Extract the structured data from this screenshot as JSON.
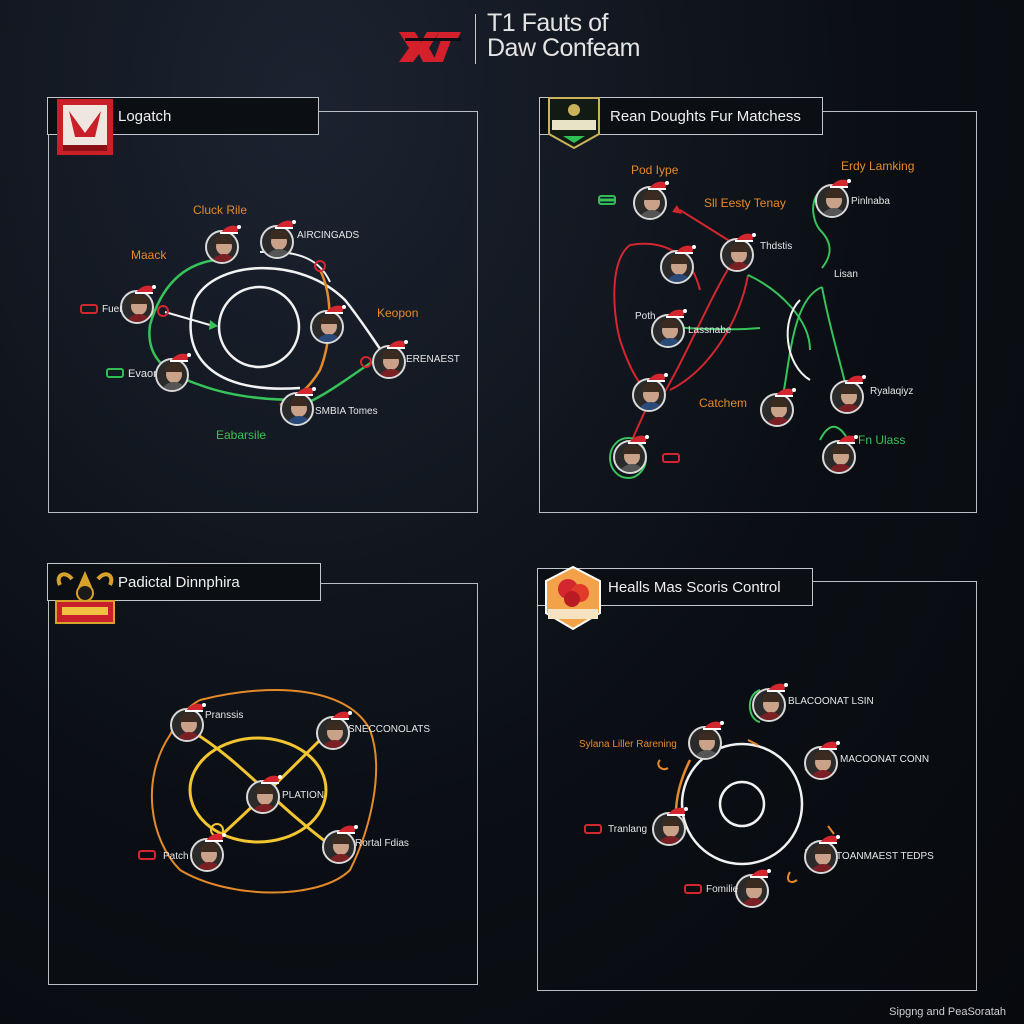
{
  "header": {
    "title_line1": "T1 Fauts of",
    "title_line2": "Daw Confeam"
  },
  "panels": [
    {
      "title": "Logatch"
    },
    {
      "title": "Rean Doughts Fur Matchess"
    },
    {
      "title": "Padictal Dinnphira"
    },
    {
      "title": "Healls Mas Scoris Control"
    }
  ],
  "labels_tl": [
    "Cluck Rile",
    "AIRCINGADS",
    "Maack",
    "Fuer",
    "Keopon",
    "Evaor",
    "ERENAEST",
    "SMBIA Tomes",
    "Eabarsile"
  ],
  "labels_tr": [
    "Pod Iype",
    "Sll Eesty Tenay",
    "Erdy Lamking",
    "Pinlnaba",
    "Thdstis",
    "Lisan",
    "Poth",
    "Lassnabe",
    "Catchem",
    "Ryalaqiyz",
    "Fn Ulass"
  ],
  "labels_bl": [
    "Pranssis",
    "SNECCONOLATS",
    "PLATION",
    "Patch",
    "Rortal Fdias"
  ],
  "labels_br": [
    "BLACOONAT LSIN",
    "Sylana Liller Rarening",
    "MACOONAT CONN",
    "Tranlang",
    "TOANMAEST TEDPS",
    "Fomilie"
  ],
  "footer": {
    "credit": "Sipgng and PeaSoratah"
  }
}
